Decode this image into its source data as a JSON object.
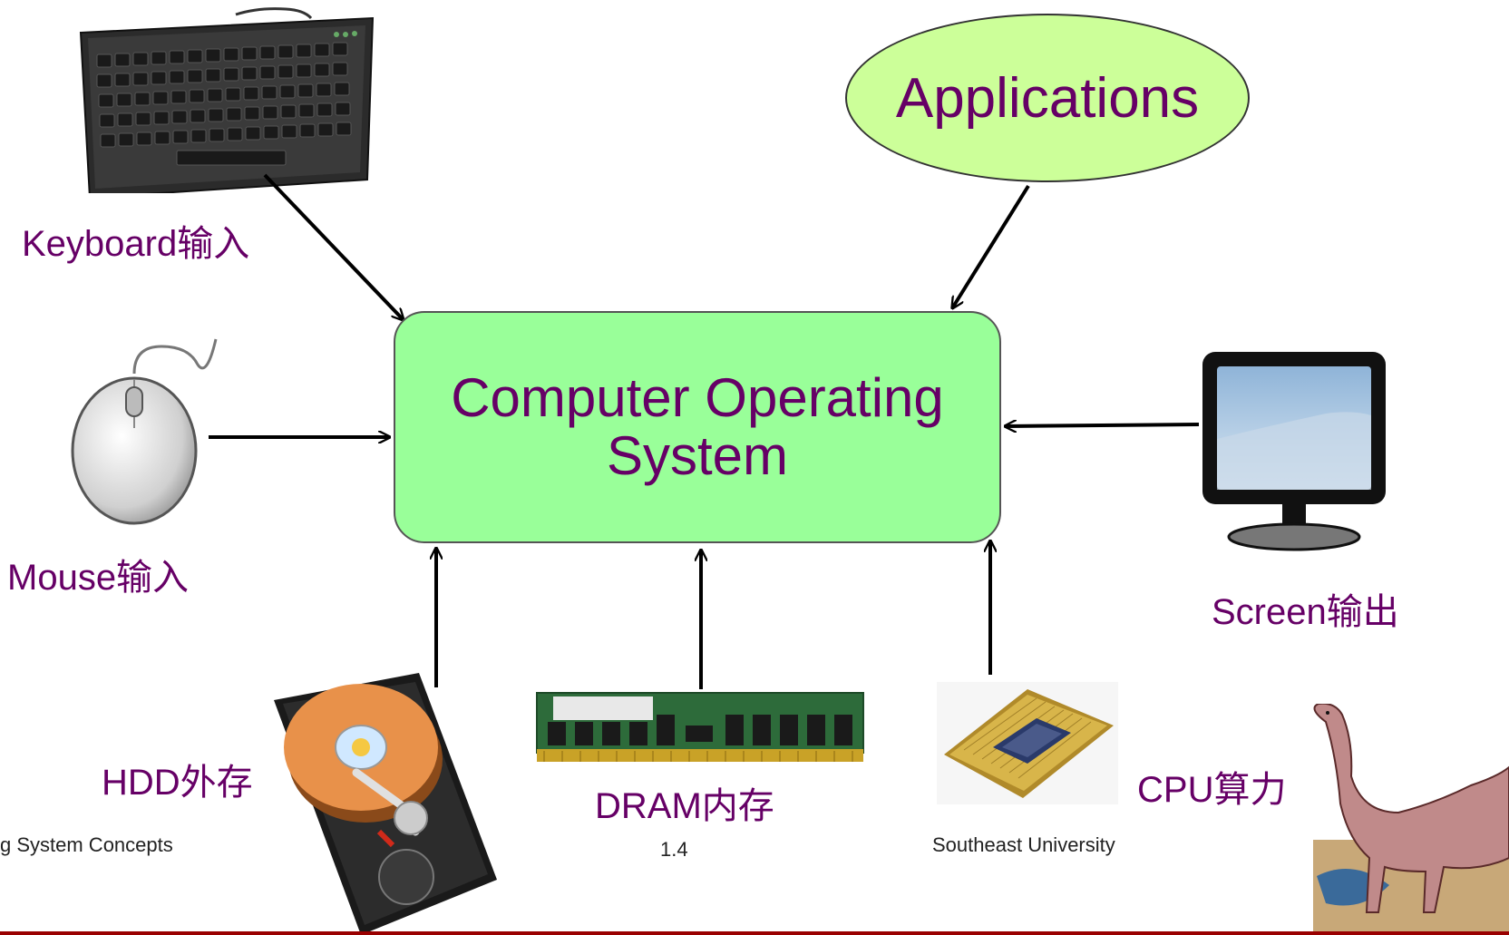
{
  "diagram": {
    "center": {
      "line1": "Computer Operating",
      "line2": "System"
    },
    "applications": "Applications",
    "labels": {
      "keyboard": "Keyboard输入",
      "mouse": "Mouse输入",
      "screen": "Screen输出",
      "hdd": "HDD外存",
      "dram": "DRAM内存",
      "cpu": "CPU算力"
    }
  },
  "footer": {
    "left": "g System Concepts",
    "center": "1.4",
    "right": "Southeast University"
  },
  "colors": {
    "label_text": "#660066",
    "os_box_fill": "#99ff99",
    "applications_fill": "#ccff99",
    "bottom_rule": "#990000"
  },
  "icons": [
    "keyboard-icon",
    "mouse-icon",
    "monitor-icon",
    "hard-disk-icon",
    "ram-module-icon",
    "cpu-chip-icon",
    "dinosaur-icon"
  ]
}
